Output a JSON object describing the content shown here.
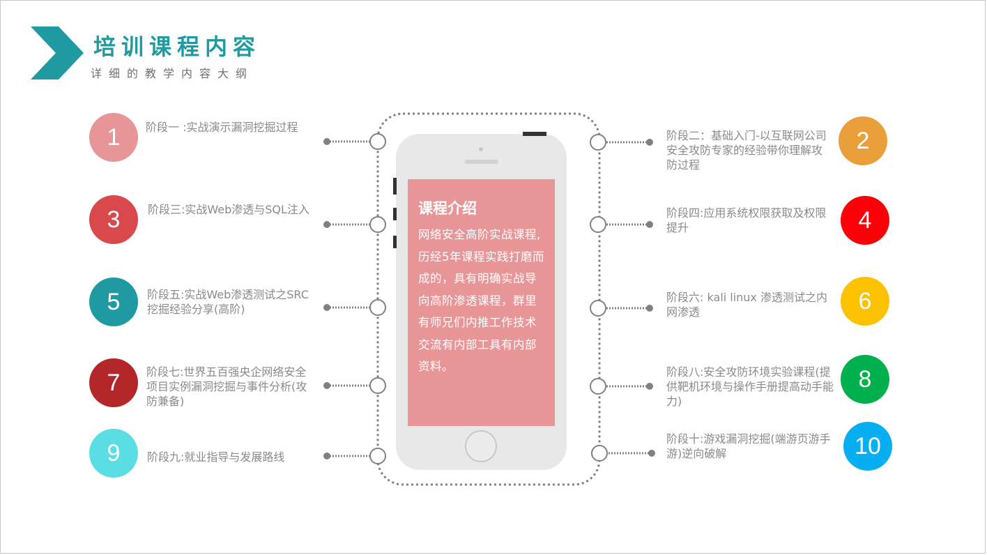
{
  "header": {
    "title": "培训课程内容",
    "subtitle": "详细的教学内容大纲"
  },
  "intro": {
    "title": "课程介绍",
    "body": "网络安全高阶实战课程,历经5年课程实践打磨而成的，具有明确实战导向高阶渗透课程，群里有师兄们内推工作技术交流有内部工具有内部资料。"
  },
  "stages": [
    {
      "number": "1",
      "label": "阶段一 :实战演示漏洞挖掘过程",
      "color": "#e79596"
    },
    {
      "number": "2",
      "label": "阶段二：基础入门-以互联网公司安全攻防专家的经验带你理解攻防过程",
      "color": "#eaa03a"
    },
    {
      "number": "3",
      "label": "阶段三:实战Web渗透与SQL注入",
      "color": "#d9484d"
    },
    {
      "number": "4",
      "label": "阶段四:应用系统权限获取及权限提升",
      "color": "#fb0007"
    },
    {
      "number": "5",
      "label": "阶段五:实战Web渗透测试之SRC挖掘经验分享(高阶)",
      "color": "#1f9aa0"
    },
    {
      "number": "6",
      "label": "阶段六: kali linux 渗透测试之内网渗透",
      "color": "#fcc201"
    },
    {
      "number": "7",
      "label": "阶段七:世界五百强央企网络安全项目实例漏洞挖掘与事件分析(攻防兼备)",
      "color": "#b3262a"
    },
    {
      "number": "8",
      "label": "阶段八:安全攻防环境实验课程(提供靶机环境与操作手册提高动手能力)",
      "color": "#00b04d"
    },
    {
      "number": "9",
      "label": "阶段九:就业指导与发展路线",
      "color": "#5bdde4"
    },
    {
      "number": "10",
      "label": "阶段十:游戏漏洞挖掘(端游页游手游)逆向破解",
      "color": "#07aff0"
    }
  ]
}
